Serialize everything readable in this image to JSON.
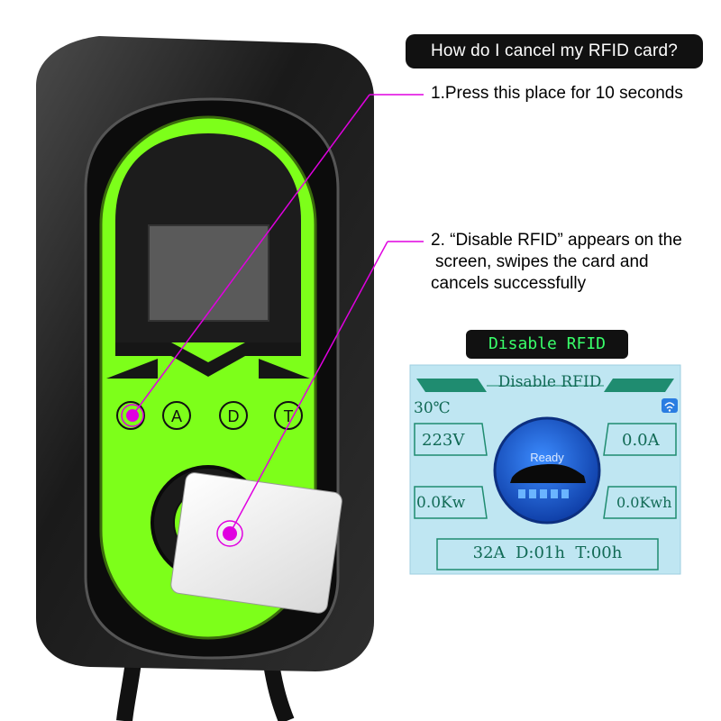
{
  "question": "How do I cancel my RFID card?",
  "step1": "1.Press this place for 10 seconds",
  "step2_lines": [
    "2. “Disable RFID” appears on the",
    "screen, swipes the card and",
    "cancels successfully"
  ],
  "banner_label": "Disable RFID",
  "device": {
    "buttons": [
      "A",
      "D",
      "T"
    ]
  },
  "lcd": {
    "title": "Disable RFID",
    "temperature": "30℃",
    "voltage": "223V",
    "current": "0.0A",
    "power": "0.0Kw",
    "energy": "0.0Kwh",
    "status": "Ready",
    "footer": "32A  D:01h  T:00h",
    "wifi_icon": "wifi-icon"
  },
  "colors": {
    "accent_green": "#7dff1a",
    "highlight_magenta": "#e000e0",
    "lcd_background": "#bfe6f2",
    "lcd_text": "#116a55",
    "ready_blue": "#1e63d6"
  }
}
